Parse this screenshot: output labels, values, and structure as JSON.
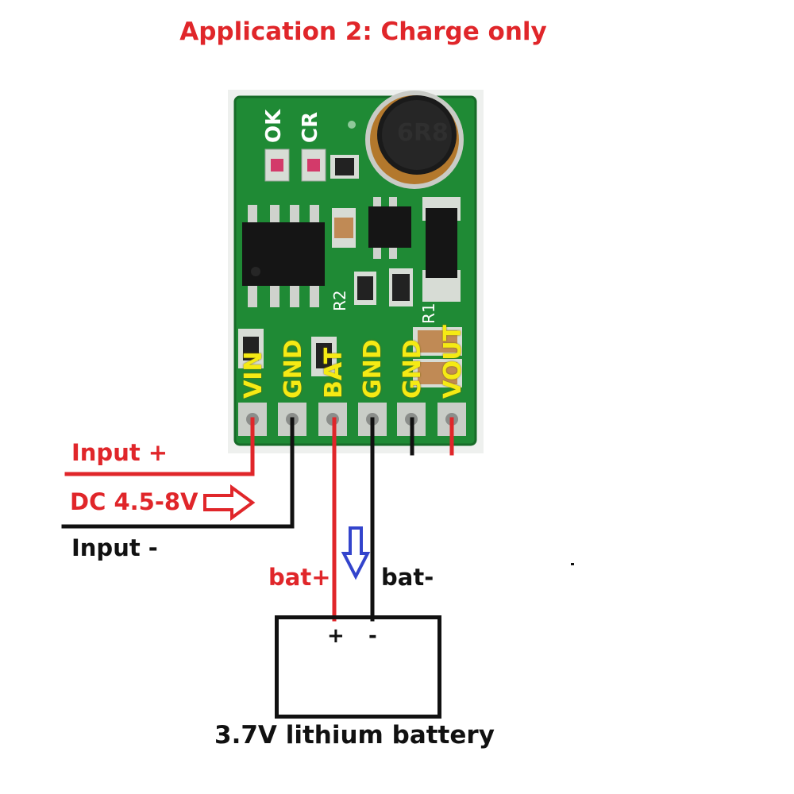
{
  "title": "Application 2: Charge only",
  "board": {
    "led_labels": [
      "OK",
      "CR"
    ],
    "inductor_marking": "6R8",
    "resistor_labels": [
      "R2",
      "R1"
    ],
    "pins": [
      "VIN",
      "GND",
      "BAT",
      "GND",
      "GND",
      "VOUT"
    ]
  },
  "wiring": {
    "input_plus": "Input +",
    "input_voltage": "DC 4.5-8V",
    "input_minus": "Input -",
    "bat_plus": "bat+",
    "bat_minus": "bat-"
  },
  "battery": {
    "plus": "+",
    "minus": "-",
    "label": "3.7V lithium battery"
  },
  "colors": {
    "title": "#e0262a",
    "pcb": "#1f8a35",
    "pin_label": "#f5ea14",
    "wire_positive": "#e0262a",
    "wire_negative": "#111111",
    "flow_arrow": "#3344cc"
  }
}
